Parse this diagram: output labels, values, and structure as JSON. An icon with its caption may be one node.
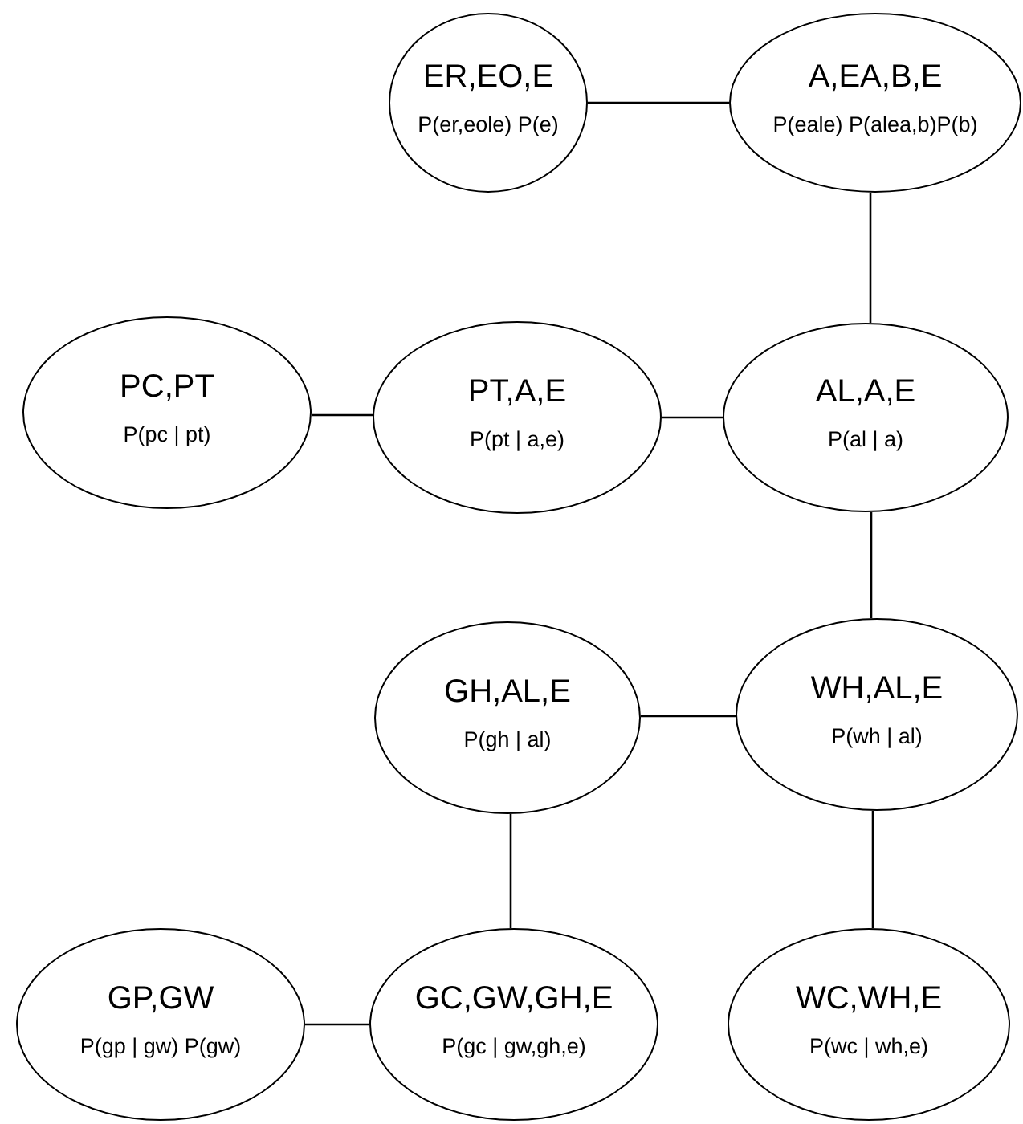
{
  "diagram": {
    "nodes": [
      {
        "text": [
          "ER,EO,E",
          "P(er,eole) P(e)"
        ]
      },
      {
        "text": [
          "A,EA,B,E",
          "P(eale) P(alea,b)P(b)"
        ]
      },
      {
        "text": [
          "PC,PT",
          "P(pc | pt)"
        ]
      },
      {
        "text": [
          "PT,A,E",
          "P(pt | a,e)"
        ]
      },
      {
        "text": [
          "AL,A,E",
          "P(al | a)"
        ]
      },
      {
        "text": [
          "GH,AL,E",
          "P(gh | al)"
        ]
      },
      {
        "text": [
          "WH,AL,E",
          "P(wh | al)"
        ]
      },
      {
        "text": [
          "GP,GW",
          "P(gp | gw) P(gw)"
        ]
      },
      {
        "text": [
          "GC,GW,GH,E",
          "P(gc | gw,gh,e)"
        ]
      },
      {
        "text": [
          "WC,WH,E",
          "P(wc | wh,e)"
        ]
      }
    ],
    "edges": [
      {
        "from": 0,
        "to": 1,
        "arrow": "none"
      },
      {
        "from": 1,
        "to": 4,
        "arrow": "none"
      },
      {
        "from": 2,
        "to": 3,
        "arrow": "none"
      },
      {
        "from": 3,
        "to": 4,
        "arrow": "none"
      },
      {
        "from": 4,
        "to": 6,
        "arrow": "none"
      },
      {
        "from": 5,
        "to": 6,
        "arrow": "none"
      },
      {
        "from": 5,
        "to": 8,
        "arrow": "none"
      },
      {
        "from": 6,
        "to": 9,
        "arrow": "none"
      },
      {
        "from": 7,
        "to": 8,
        "arrow": "none"
      }
    ]
  }
}
